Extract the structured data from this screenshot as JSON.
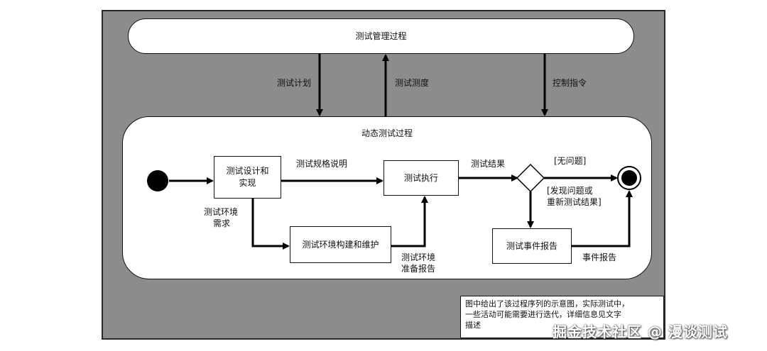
{
  "diagram": {
    "management_process": "测试管理过程",
    "dynamic_process": "动态测试过程",
    "flow_labels": {
      "test_plan": "测试计划",
      "test_measure": "测试测度",
      "control_instruction": "控制指令",
      "spec_description": "测试规格说明",
      "test_result": "测试结果",
      "env_requirement_1": "测试环境",
      "env_requirement_2": "需求",
      "env_ready_1": "测试环境",
      "env_ready_2": "准备报告",
      "no_problem": "[无问题]",
      "found_problem_1": "[发现问题或",
      "found_problem_2": "重新测试结果]",
      "incident_report_flow": "事件报告"
    },
    "activities": {
      "design_1": "测试设计和",
      "design_2": "实现",
      "execution": "测试执行",
      "env_build": "测试环境构建和维护",
      "incident_report": "测试事件报告"
    },
    "note": {
      "line1": "图中给出了该过程序列的示意图，实际测试中，",
      "line2": "一些活动可能需要进行迭代，详细信息见文字",
      "line3": "描述"
    }
  },
  "watermark": "掘金技术社区 @ 漫谈测试"
}
